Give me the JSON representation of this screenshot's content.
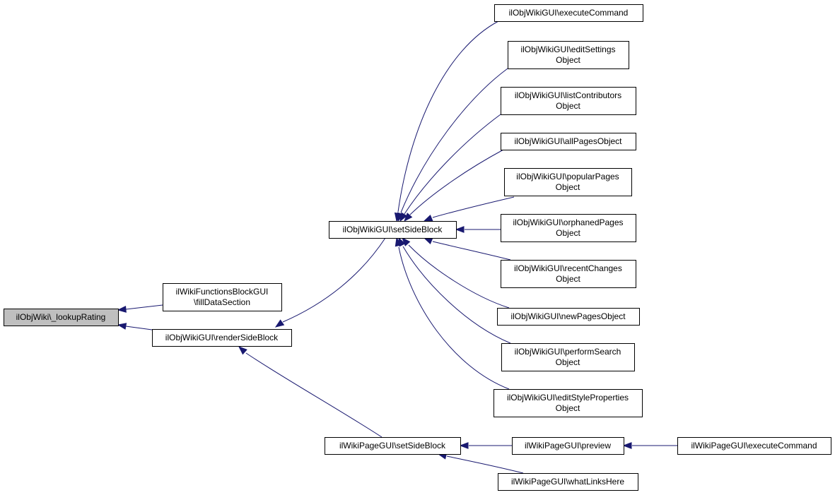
{
  "diagram": {
    "nodes": [
      {
        "id": "root",
        "lines": [
          "ilObjWiki\\_lookupRating"
        ],
        "root": true
      },
      {
        "id": "fillData",
        "lines": [
          "ilWikiFunctionsBlockGUI",
          "\\fillDataSection"
        ]
      },
      {
        "id": "renderSide",
        "lines": [
          "ilObjWikiGUI\\renderSideBlock"
        ]
      },
      {
        "id": "setSideObj",
        "lines": [
          "ilObjWikiGUI\\setSideBlock"
        ]
      },
      {
        "id": "setSidePage",
        "lines": [
          "ilWikiPageGUI\\setSideBlock"
        ]
      },
      {
        "id": "execCmd",
        "lines": [
          "ilObjWikiGUI\\executeCommand"
        ]
      },
      {
        "id": "editSettings",
        "lines": [
          "ilObjWikiGUI\\editSettings",
          "Object"
        ]
      },
      {
        "id": "listContrib",
        "lines": [
          "ilObjWikiGUI\\listContributors",
          "Object"
        ]
      },
      {
        "id": "allPages",
        "lines": [
          "ilObjWikiGUI\\allPagesObject"
        ]
      },
      {
        "id": "popular",
        "lines": [
          "ilObjWikiGUI\\popularPages",
          "Object"
        ]
      },
      {
        "id": "orphaned",
        "lines": [
          "ilObjWikiGUI\\orphanedPages",
          "Object"
        ]
      },
      {
        "id": "recent",
        "lines": [
          "ilObjWikiGUI\\recentChanges",
          "Object"
        ]
      },
      {
        "id": "newPages",
        "lines": [
          "ilObjWikiGUI\\newPagesObject"
        ]
      },
      {
        "id": "search",
        "lines": [
          "ilObjWikiGUI\\performSearch",
          "Object"
        ]
      },
      {
        "id": "editStyle",
        "lines": [
          "ilObjWikiGUI\\editStyleProperties",
          "Object"
        ]
      },
      {
        "id": "preview",
        "lines": [
          "ilWikiPageGUI\\preview"
        ]
      },
      {
        "id": "whatLinks",
        "lines": [
          "ilWikiPageGUI\\whatLinksHere"
        ]
      },
      {
        "id": "pageExec",
        "lines": [
          "ilWikiPageGUI\\executeCommand"
        ]
      }
    ],
    "edges": [
      {
        "from": "fillData",
        "to": "root"
      },
      {
        "from": "renderSide",
        "to": "root"
      },
      {
        "from": "setSideObj",
        "to": "renderSide"
      },
      {
        "from": "setSidePage",
        "to": "renderSide"
      },
      {
        "from": "execCmd",
        "to": "setSideObj"
      },
      {
        "from": "editSettings",
        "to": "setSideObj"
      },
      {
        "from": "listContrib",
        "to": "setSideObj"
      },
      {
        "from": "allPages",
        "to": "setSideObj"
      },
      {
        "from": "popular",
        "to": "setSideObj"
      },
      {
        "from": "orphaned",
        "to": "setSideObj"
      },
      {
        "from": "recent",
        "to": "setSideObj"
      },
      {
        "from": "newPages",
        "to": "setSideObj"
      },
      {
        "from": "search",
        "to": "setSideObj"
      },
      {
        "from": "editStyle",
        "to": "setSideObj"
      },
      {
        "from": "preview",
        "to": "setSidePage"
      },
      {
        "from": "whatLinks",
        "to": "setSidePage"
      },
      {
        "from": "pageExec",
        "to": "preview"
      }
    ]
  }
}
